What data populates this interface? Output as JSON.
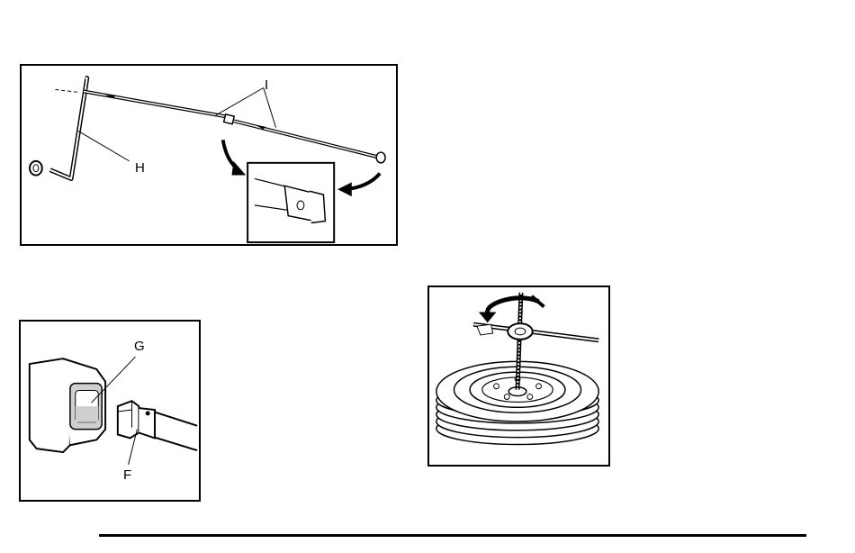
{
  "figures": {
    "jack_handle_extensions": {
      "callouts": {
        "handle": "H",
        "extensions": "I"
      }
    },
    "jack_drive_connection": {
      "callouts": {
        "socket": "G",
        "drive_end": "F"
      }
    },
    "spare_tire_lowering": {
      "callouts": {}
    }
  },
  "colors": {
    "line": "#000000",
    "background": "#ffffff",
    "shade": "#cfcfcf"
  }
}
